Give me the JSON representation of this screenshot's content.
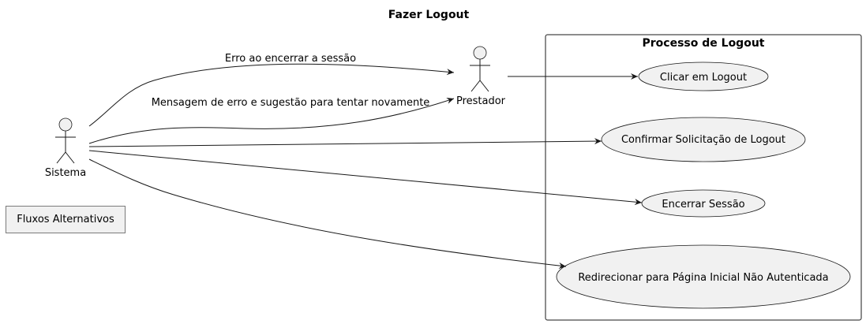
{
  "diagram": {
    "title": "Fazer Logout",
    "package_title": "Processo de Logout",
    "actors": {
      "sistema": "Sistema",
      "prestador": "Prestador"
    },
    "use_cases": {
      "clicar_logout": "Clicar em Logout",
      "confirmar": "Confirmar Solicitação de Logout",
      "encerrar": "Encerrar Sessão",
      "redirecionar": "Redirecionar para Página Inicial Não Autenticada"
    },
    "edge_labels": {
      "erro_encerrar": "Erro ao encerrar a sessão",
      "mensagem_erro": "Mensagem de erro e sugestão para tentar novamente"
    },
    "alt_flows_label": "Fluxos Alternativos"
  }
}
